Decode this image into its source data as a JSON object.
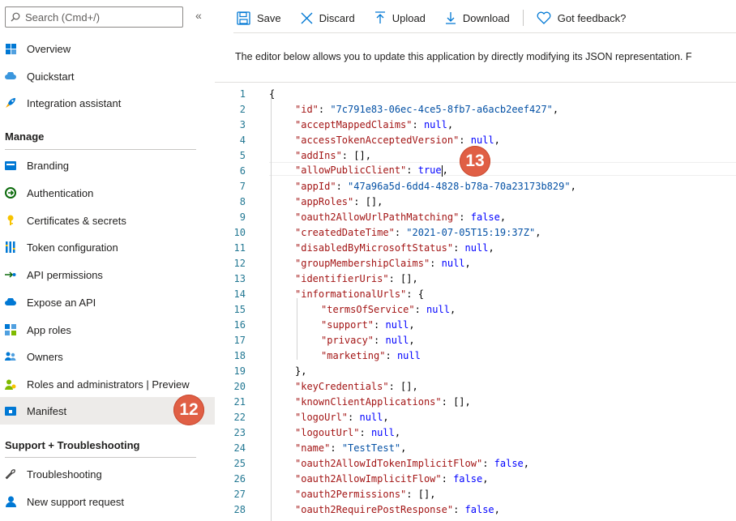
{
  "search": {
    "placeholder": "Search (Cmd+/)"
  },
  "collapse": "«",
  "sidebar": {
    "top_items": [
      {
        "label": "Overview",
        "icon": "overview-icon"
      },
      {
        "label": "Quickstart",
        "icon": "quickstart-icon"
      },
      {
        "label": "Integration assistant",
        "icon": "rocket-icon"
      }
    ],
    "manage_header": "Manage",
    "manage_items": [
      {
        "label": "Branding",
        "icon": "branding-icon"
      },
      {
        "label": "Authentication",
        "icon": "authentication-icon"
      },
      {
        "label": "Certificates & secrets",
        "icon": "key-icon"
      },
      {
        "label": "Token configuration",
        "icon": "token-icon"
      },
      {
        "label": "API permissions",
        "icon": "api-permissions-icon"
      },
      {
        "label": "Expose an API",
        "icon": "cloud-icon"
      },
      {
        "label": "App roles",
        "icon": "app-roles-icon"
      },
      {
        "label": "Owners",
        "icon": "owners-icon"
      },
      {
        "label": "Roles and administrators | Preview",
        "icon": "roles-icon"
      },
      {
        "label": "Manifest",
        "icon": "manifest-icon"
      }
    ],
    "support_header": "Support + Troubleshooting",
    "support_items": [
      {
        "label": "Troubleshooting",
        "icon": "wrench-icon"
      },
      {
        "label": "New support request",
        "icon": "support-person-icon"
      }
    ]
  },
  "badges": {
    "manifest_step": "12",
    "editor_step": "13"
  },
  "toolbar": {
    "save": "Save",
    "discard": "Discard",
    "upload": "Upload",
    "download": "Download",
    "feedback": "Got feedback?"
  },
  "description": "The editor below allows you to update this application by directly modifying its JSON representation. F",
  "editor": {
    "lines": [
      {
        "n": "1",
        "indent": 0,
        "key": "",
        "punc": "{"
      },
      {
        "n": "2",
        "indent": 1,
        "key": "\"id\"",
        "val": "\"7c791e83-06ec-4ce5-8fb7-a6acb2eef427\"",
        "vt": "str",
        "end": ","
      },
      {
        "n": "3",
        "indent": 1,
        "key": "\"acceptMappedClaims\"",
        "val": "null",
        "vt": "kw",
        "end": ","
      },
      {
        "n": "4",
        "indent": 1,
        "key": "\"accessTokenAcceptedVersion\"",
        "val": "null",
        "vt": "kw",
        "end": ","
      },
      {
        "n": "5",
        "indent": 1,
        "key": "\"addIns\"",
        "val": "[]",
        "vt": "punc",
        "end": ","
      },
      {
        "n": "6",
        "indent": 1,
        "key": "\"allowPublicClient\"",
        "val": "true",
        "vt": "kw",
        "end": ",",
        "caret": true
      },
      {
        "n": "7",
        "indent": 1,
        "key": "\"appId\"",
        "val": "\"47a96a5d-6dd4-4828-b78a-70a23173b829\"",
        "vt": "str",
        "end": ","
      },
      {
        "n": "8",
        "indent": 1,
        "key": "\"appRoles\"",
        "val": "[]",
        "vt": "punc",
        "end": ","
      },
      {
        "n": "9",
        "indent": 1,
        "key": "\"oauth2AllowUrlPathMatching\"",
        "val": "false",
        "vt": "kw",
        "end": ","
      },
      {
        "n": "10",
        "indent": 1,
        "key": "\"createdDateTime\"",
        "val": "\"2021-07-05T15:19:37Z\"",
        "vt": "str",
        "end": ","
      },
      {
        "n": "11",
        "indent": 1,
        "key": "\"disabledByMicrosoftStatus\"",
        "val": "null",
        "vt": "kw",
        "end": ","
      },
      {
        "n": "12",
        "indent": 1,
        "key": "\"groupMembershipClaims\"",
        "val": "null",
        "vt": "kw",
        "end": ","
      },
      {
        "n": "13",
        "indent": 1,
        "key": "\"identifierUris\"",
        "val": "[]",
        "vt": "punc",
        "end": ","
      },
      {
        "n": "14",
        "indent": 1,
        "key": "\"informationalUrls\"",
        "val": "{",
        "vt": "punc",
        "end": ""
      },
      {
        "n": "15",
        "indent": 2,
        "key": "\"termsOfService\"",
        "val": "null",
        "vt": "kw",
        "end": ","
      },
      {
        "n": "16",
        "indent": 2,
        "key": "\"support\"",
        "val": "null",
        "vt": "kw",
        "end": ","
      },
      {
        "n": "17",
        "indent": 2,
        "key": "\"privacy\"",
        "val": "null",
        "vt": "kw",
        "end": ","
      },
      {
        "n": "18",
        "indent": 2,
        "key": "\"marketing\"",
        "val": "null",
        "vt": "kw",
        "end": ""
      },
      {
        "n": "19",
        "indent": 1,
        "key": "",
        "punc": "},"
      },
      {
        "n": "20",
        "indent": 1,
        "key": "\"keyCredentials\"",
        "val": "[]",
        "vt": "punc",
        "end": ","
      },
      {
        "n": "21",
        "indent": 1,
        "key": "\"knownClientApplications\"",
        "val": "[]",
        "vt": "punc",
        "end": ","
      },
      {
        "n": "22",
        "indent": 1,
        "key": "\"logoUrl\"",
        "val": "null",
        "vt": "kw",
        "end": ","
      },
      {
        "n": "23",
        "indent": 1,
        "key": "\"logoutUrl\"",
        "val": "null",
        "vt": "kw",
        "end": ","
      },
      {
        "n": "24",
        "indent": 1,
        "key": "\"name\"",
        "val": "\"TestTest\"",
        "vt": "str",
        "end": ","
      },
      {
        "n": "25",
        "indent": 1,
        "key": "\"oauth2AllowIdTokenImplicitFlow\"",
        "val": "false",
        "vt": "kw",
        "end": ","
      },
      {
        "n": "26",
        "indent": 1,
        "key": "\"oauth2AllowImplicitFlow\"",
        "val": "false",
        "vt": "kw",
        "end": ","
      },
      {
        "n": "27",
        "indent": 1,
        "key": "\"oauth2Permissions\"",
        "val": "[]",
        "vt": "punc",
        "end": ","
      },
      {
        "n": "28",
        "indent": 1,
        "key": "\"oauth2RequirePostResponse\"",
        "val": "false",
        "vt": "kw",
        "end": ","
      }
    ]
  },
  "colors": {
    "badge": "#e05f45",
    "accent": "#0078d4",
    "key": "#a31515",
    "string": "#0451a5",
    "keyword": "#0000ff"
  }
}
